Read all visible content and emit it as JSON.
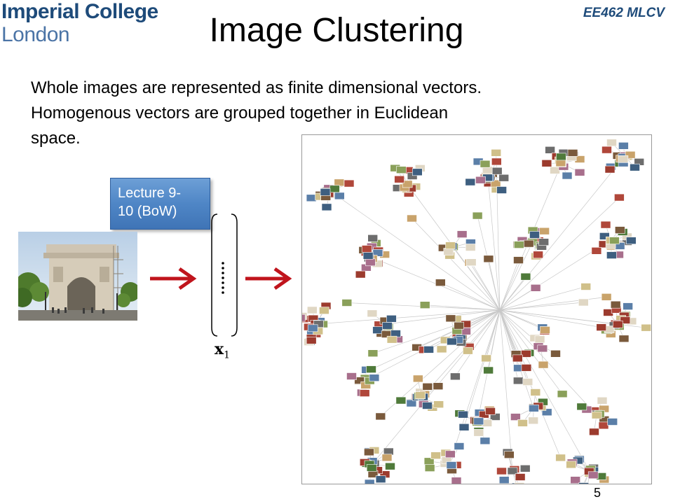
{
  "header": {
    "logo_line1": "Imperial College",
    "logo_line2": "London",
    "course": "EE462 MLCV"
  },
  "slide": {
    "title": "Image Clustering",
    "text_line1": "Whole images are represented as finite dimensional vectors.",
    "text_line2": "Homogenous vectors are grouped together in Euclidean",
    "text_line3": "space.",
    "page_number": "5"
  },
  "lecture_box": {
    "line1": "Lecture 9-",
    "line2": "10 (BoW)"
  },
  "vector": {
    "label_main": "x",
    "label_sub": "1"
  },
  "colors": {
    "brand": "#1e4b7a",
    "arrow": "#c0141c",
    "box": "#4f86c6"
  },
  "icons": {
    "arrow": "right-arrow-icon"
  }
}
